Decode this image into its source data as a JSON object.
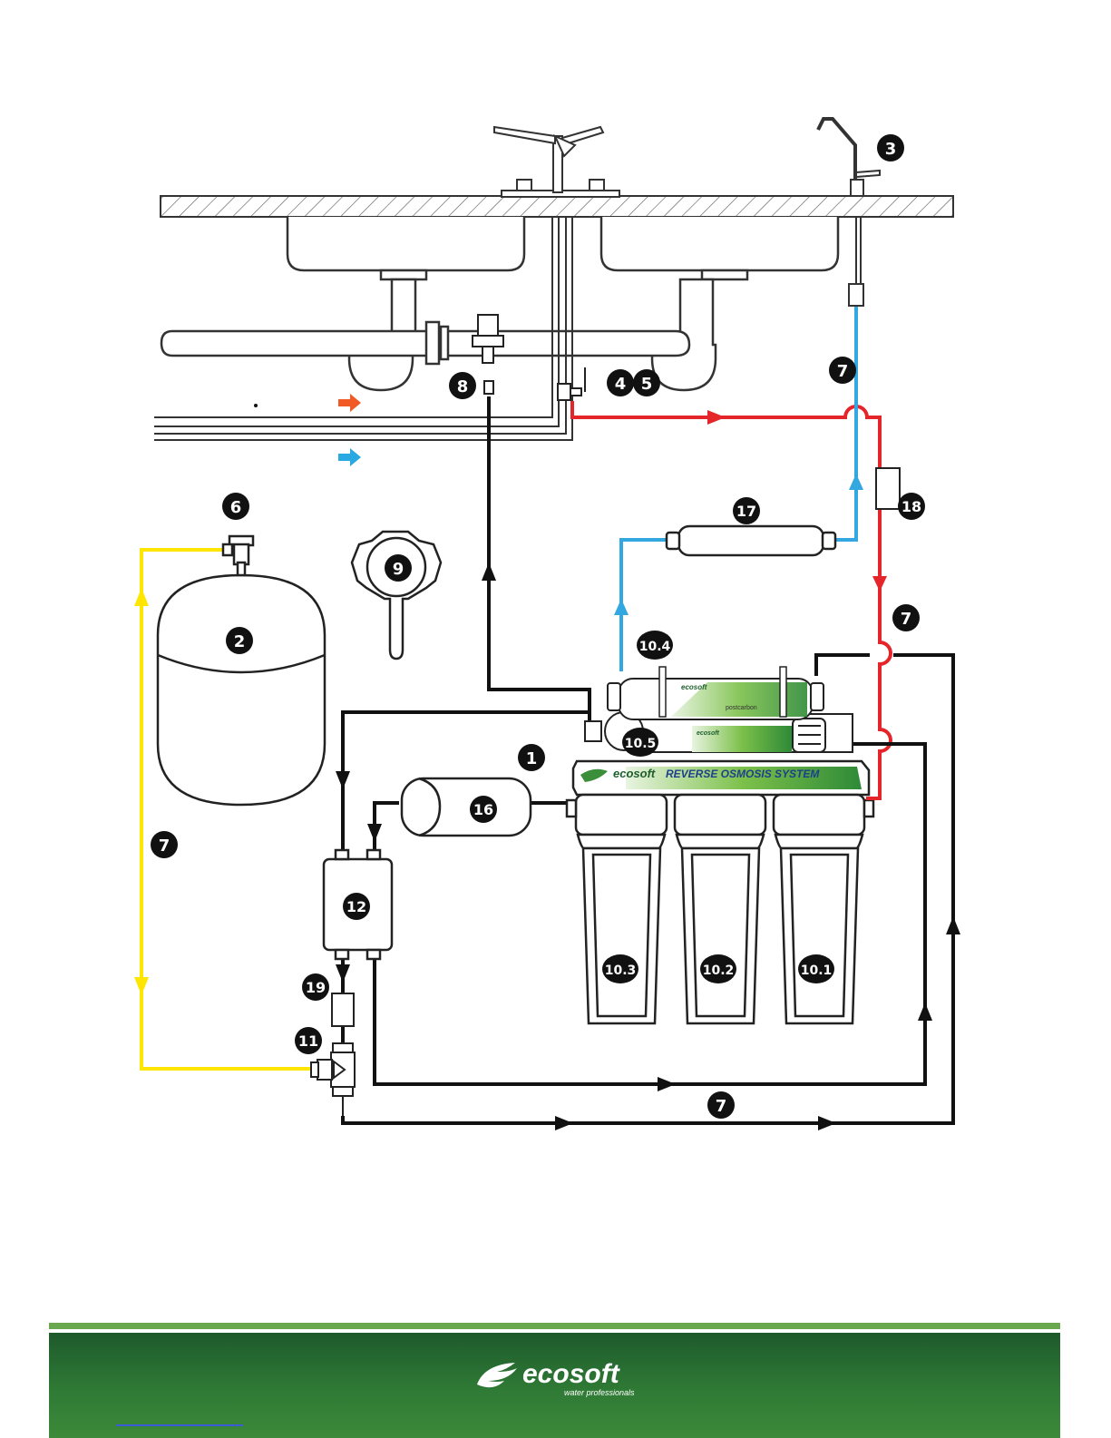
{
  "diagram": {
    "labels": {
      "n1": "1",
      "n2": "2",
      "n3": "3",
      "n4": "4",
      "n5": "5",
      "n6": "6",
      "n7a": "7",
      "n7b": "7",
      "n7c": "7",
      "n7d": "7",
      "n8": "8",
      "n9": "9",
      "n11": "11",
      "n12": "12",
      "n16": "16",
      "n17": "17",
      "n18": "18",
      "n19": "19",
      "n10_1": "10.1",
      "n10_2": "10.2",
      "n10_3": "10.3",
      "n10_4": "10.4",
      "n10_5": "10.5"
    },
    "unit": {
      "brand": "ecosoft",
      "title": "REVERSE OSMOSIS SYSTEM",
      "membrane_brand": "ecosoft",
      "postfilter_brand": "ecosoft",
      "postfilter_label": "postcarbon"
    },
    "colors": {
      "hot_line": "#e4262a",
      "cold_line": "#33a7e0",
      "tank_line": "#ffe600",
      "drain_line": "#111111",
      "badge": "#111111",
      "hot_arrow": "#f15a24",
      "cold_arrow": "#29a9e1"
    }
  },
  "footer": {
    "brand": "ecosoft",
    "tagline": "water professionals",
    "accent": "#6aa84f"
  }
}
